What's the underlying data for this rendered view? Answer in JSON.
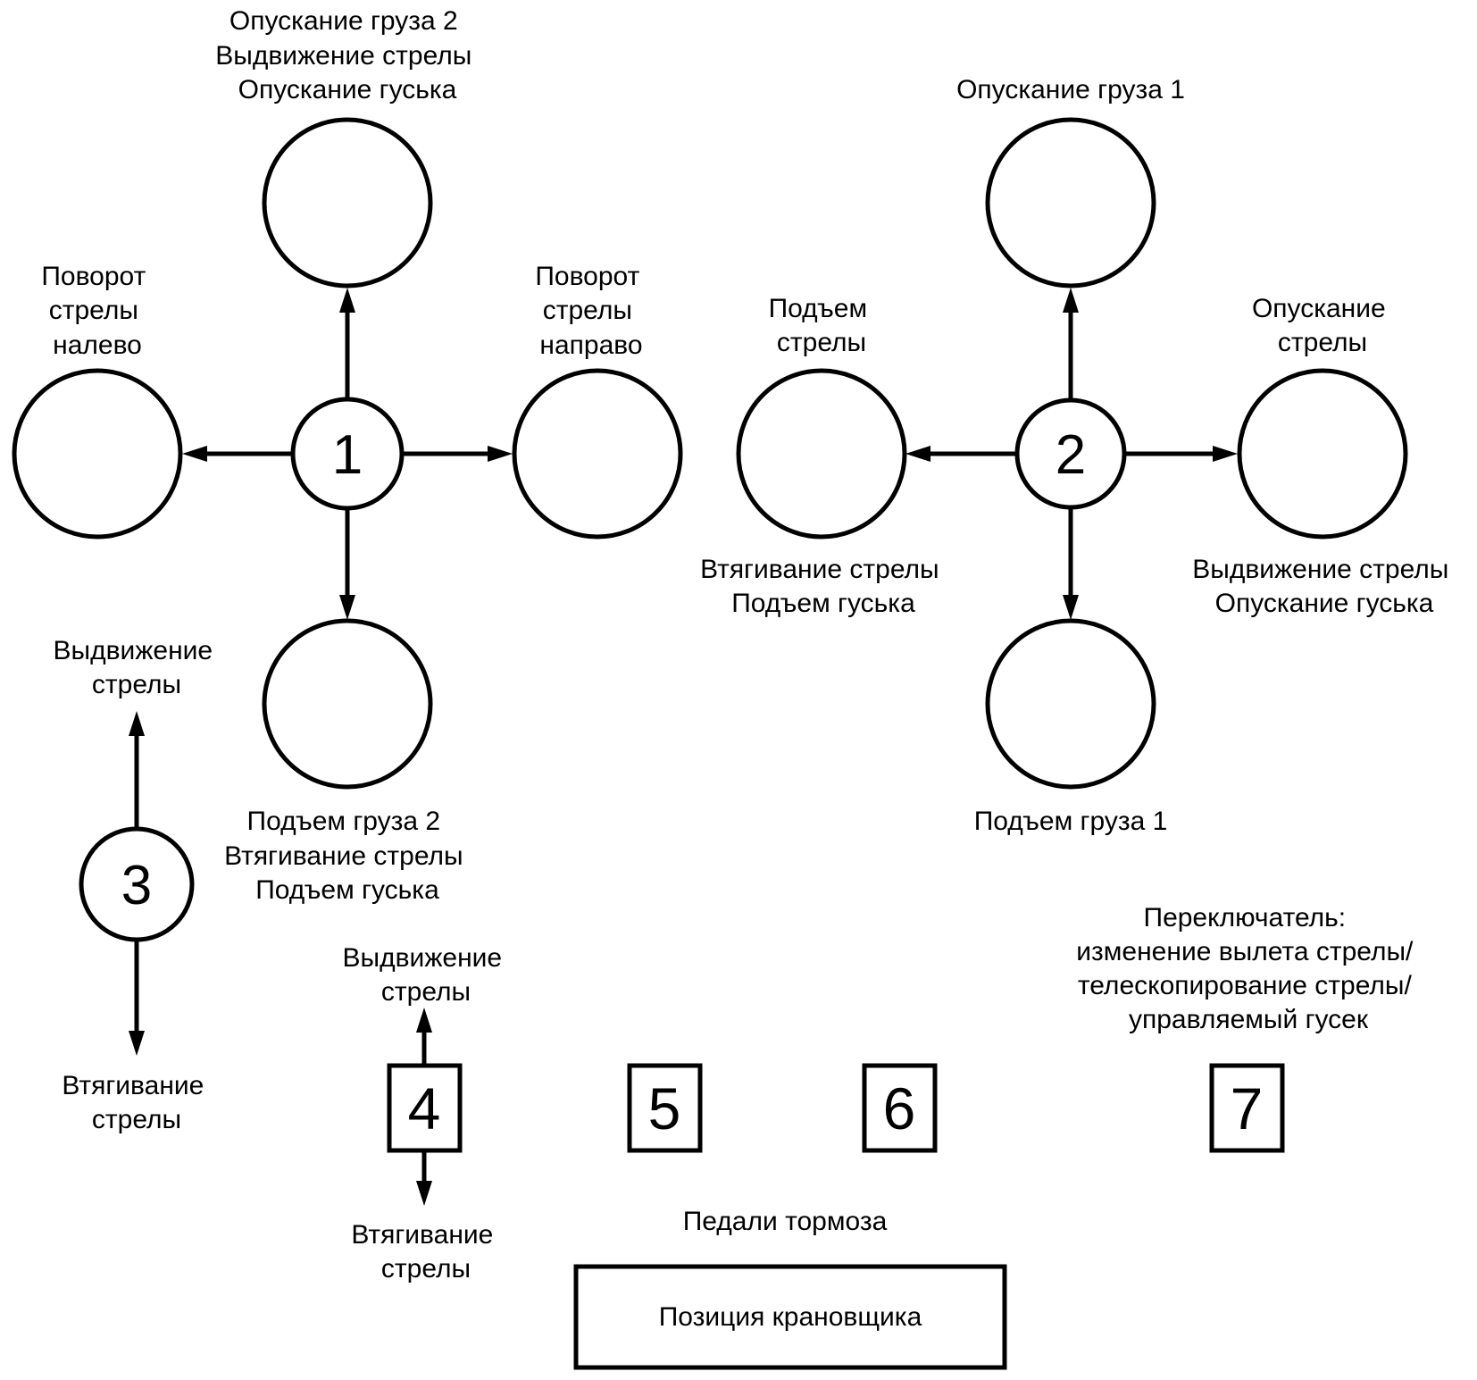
{
  "diagram": {
    "joystick1": {
      "number": "1",
      "top": [
        "Опускание груза 2",
        "Выдвижение стрелы",
        "Опускание гуська"
      ],
      "left": [
        "Поворот",
        "стрелы",
        "налево"
      ],
      "right": [
        "Поворот",
        "стрелы",
        "направо"
      ],
      "bottom": [
        "Подъем груза 2",
        "Втягивание стрелы",
        "Подъем гуська"
      ]
    },
    "joystick2": {
      "number": "2",
      "top": [
        "Опускание груза 1"
      ],
      "left_above": [
        "Подъем",
        "стрелы"
      ],
      "left_below": [
        "Втягивание стрелы",
        "Подъем гуська"
      ],
      "right_above": [
        "Опускание",
        "стрелы"
      ],
      "right_below": [
        "Выдвижение стрелы",
        "Опускание гуська"
      ],
      "bottom": [
        "Подъем груза 1"
      ]
    },
    "joystick3": {
      "number": "3",
      "up": [
        "Выдвижение",
        "стрелы"
      ],
      "down": [
        "Втягивание",
        "стрелы"
      ]
    },
    "pedal4": {
      "number": "4",
      "up": [
        "Выдвижение",
        "стрелы"
      ],
      "down": [
        "Втягивание",
        "стрелы"
      ]
    },
    "pedal5": {
      "number": "5"
    },
    "pedal6": {
      "number": "6"
    },
    "pedals_label": "Педали тормоза",
    "switch7": {
      "number": "7",
      "label": [
        "Переключатель:",
        "изменение вылета стрелы/",
        "телескопирование стрелы/",
        "управляемый гусек"
      ]
    },
    "operator_position": "Позиция крановщика"
  }
}
